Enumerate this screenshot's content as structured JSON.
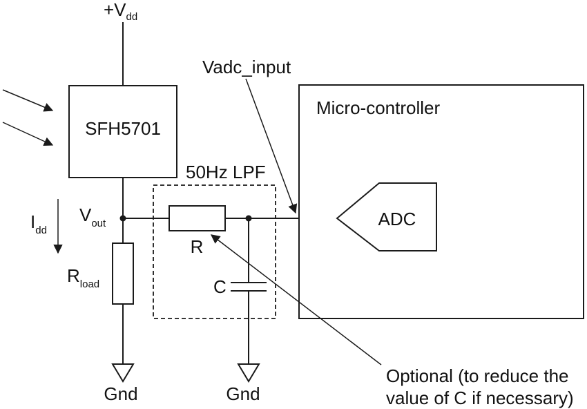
{
  "supply": {
    "main": "+V",
    "sub": "dd"
  },
  "sensor": {
    "label": "SFH5701"
  },
  "filter": {
    "label": "50Hz LPF"
  },
  "resistor": {
    "label": "R"
  },
  "capacitor": {
    "label": "C"
  },
  "output_node": {
    "main": "V",
    "sub": "out"
  },
  "current": {
    "main": "I",
    "sub": "dd"
  },
  "load_resistor": {
    "main": "R",
    "sub": "load"
  },
  "ground_left": {
    "label": "Gnd"
  },
  "ground_mid": {
    "label": "Gnd"
  },
  "adc_input": {
    "label": "Vadc_input"
  },
  "mcu": {
    "label": "Micro-controller"
  },
  "adc": {
    "label": "ADC"
  },
  "note": {
    "line1": "Optional (to reduce the",
    "line2": "value of C if necessary)"
  },
  "colors": {
    "ink": "#1a1a1a",
    "background": "#ffffff"
  }
}
